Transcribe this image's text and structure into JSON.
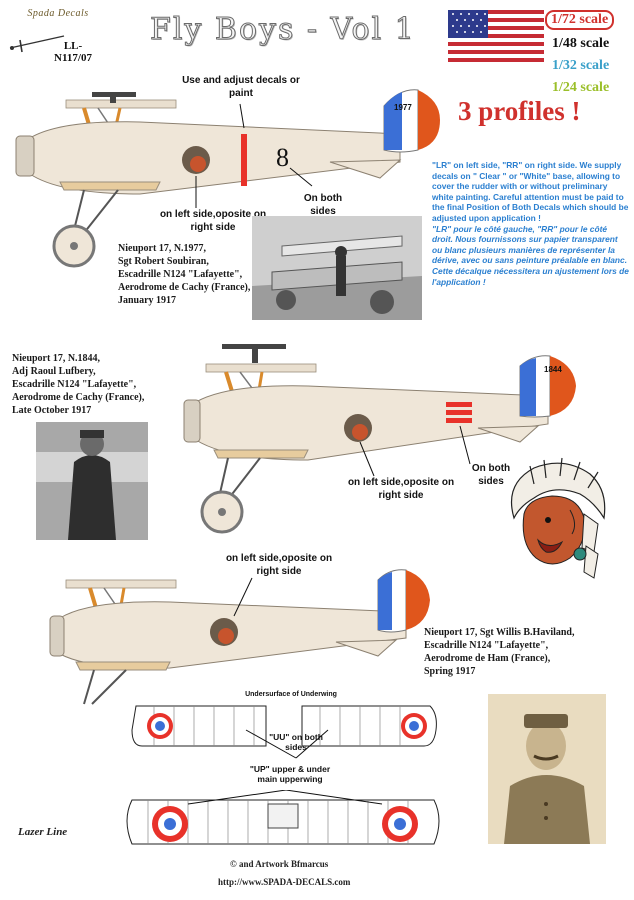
{
  "header": {
    "brand_name": "Spada Decals",
    "product_ref": "LL-N117/07",
    "title": "Fly Boys - Vol 1",
    "scales": [
      "1/72 scale",
      "1/48 scale",
      "1/32 scale",
      "1/24 scale"
    ],
    "scale_colors": [
      "#d0312d",
      "#111111",
      "#3aa0c9",
      "#9bbf2a"
    ]
  },
  "profiles_heading": "3 profiles !",
  "notes": {
    "english": "\"LR\" on left side, \"RR\" on right side. We supply decals on \" Clear \" or \"White\" base, allowing to cover the rudder with or without preliminary white painting. Careful attention must be paid to the final Position of Both Decals which should be adjusted upon application !",
    "french": "\"LR\" pour le côté gauche, \"RR\" pour le côté droit. Nous fournissons sur papier transparent ou blanc plusieurs manières de représenter la dérive, avec ou sans peinture préalable en blanc. Cette décalque nécessitera un ajustement lors de l'application !"
  },
  "profile1": {
    "tail_number": "1977",
    "note_decals": "Use and adjust decals or paint",
    "note_left": "on left side,oposite on right side",
    "note_both": "On both sides",
    "caption": [
      "Nieuport 17, N.1977,",
      "Sgt Robert Soubiran,",
      "Escadrille N124 \"Lafayette\",",
      "Aerodrome de Cachy (France),",
      "January 1917"
    ]
  },
  "profile2": {
    "tail_number": "1844",
    "note_left": "on left side,oposite on right side",
    "note_both": "On both sides",
    "caption": [
      "Nieuport 17, N.1844,",
      "Adj Raoul Lufbery,",
      "Escadrille N124 \"Lafayette\",",
      "Aerodrome de Cachy (France),",
      "Late October 1917"
    ]
  },
  "profile3": {
    "note_left": "on left side,oposite on right side",
    "caption": [
      "Nieuport 17, Sgt Willis B.Haviland,",
      "Escadrille N124 \"Lafayette\",",
      "Aerodrome de Ham (France),",
      "Spring 1917"
    ]
  },
  "wings": {
    "underwing_title": "Undersurface of Underwing",
    "uu_note": "\"UU\" on both sides",
    "up_note": "\"UP\" upper & under main upperwing"
  },
  "footer": {
    "maker": "Lazer Line",
    "copyright": "© and Artwork Bfmarcus",
    "url": "http://www.SPADA-DECALS.com"
  },
  "colors": {
    "french_blue": "#3b6fd6",
    "french_red": "#e0561c",
    "aircraft_cream": "#efe6d8",
    "heading_red": "#d0312d",
    "note_blue": "#2a7fd0"
  }
}
